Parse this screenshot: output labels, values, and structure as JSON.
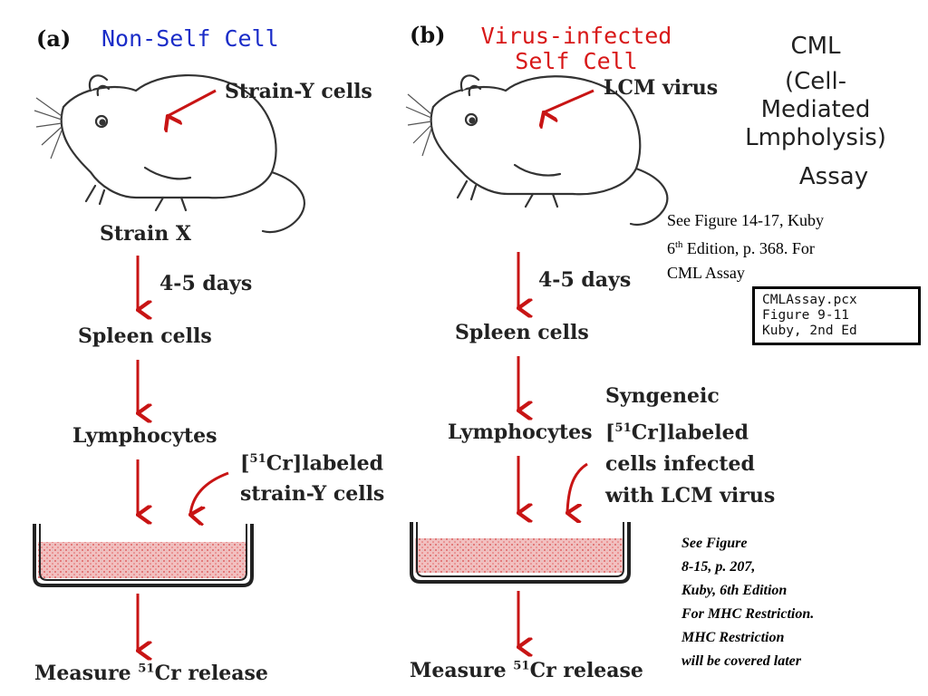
{
  "panel_a": {
    "letter": "(a)",
    "title": "Non-Self Cell",
    "mouse_label": "Strain-Y cells",
    "mouse_strain": "Strain X",
    "duration": "4-5 days",
    "step1": "Spleen cells",
    "step2": "Lymphocytes",
    "labeled_cells": {
      "prefix": "[",
      "isotope_number": "51",
      "isotope_symbol": "Cr",
      "suffix": "]labeled",
      "line2": "strain-Y cells"
    },
    "measure": {
      "prefix": "Measure ",
      "isotope_number": "51",
      "suffix": "Cr release"
    }
  },
  "panel_b": {
    "letter": "(b)",
    "title_line1": "Virus-infected",
    "title_line2": "Self Cell",
    "mouse_label": "LCM virus",
    "duration": "4-5 days",
    "step1": "Spleen cells",
    "step2": "Lymphocytes",
    "labeled_cells": {
      "line1": "Syngeneic",
      "prefix": "[",
      "isotope_number": "51",
      "isotope_symbol": "Cr",
      "suffix": "]labeled",
      "line3": "cells infected",
      "line4": "with LCM virus"
    },
    "measure": {
      "prefix": "Measure ",
      "isotope_number": "51",
      "suffix": "Cr release"
    }
  },
  "cml_heading": {
    "line1": "CML",
    "line2": "(Cell-",
    "line3": "Mediated",
    "line4": "Lmpholysis)",
    "line5": "Assay"
  },
  "note_kuby": {
    "line1": "See Figure 14-17, Kuby",
    "line2_num": "6",
    "line2_sup": "th",
    "line2_rest": " Edition, p. 368. For",
    "line3": "CML Assay"
  },
  "boxed_ref": {
    "line1": "CMLAssay.pcx",
    "line2": "Figure 9-11",
    "line3": "Kuby, 2nd Ed"
  },
  "note_mhc": {
    "line1": "See Figure",
    "line2": "8-15, p. 207,",
    "line3": "Kuby, 6th Edition",
    "line4": "For MHC Restriction.",
    "line5": "MHC Restriction",
    "line6": "will be covered later"
  },
  "colors": {
    "arrow": "#c81414",
    "title_blue": "#1a2cc8",
    "title_red": "#d81818",
    "well_fill": "#e89a9a"
  }
}
